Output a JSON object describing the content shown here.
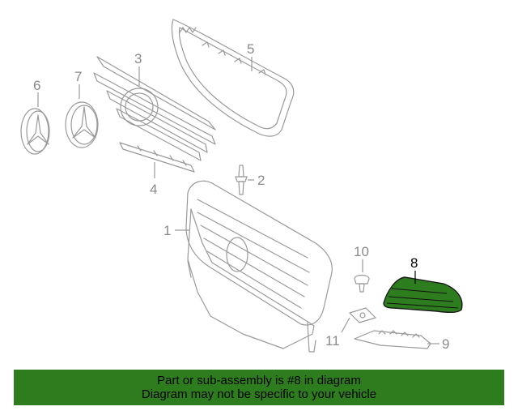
{
  "callouts": {
    "c1": "1",
    "c2": "2",
    "c3": "3",
    "c4": "4",
    "c5": "5",
    "c6": "6",
    "c7": "7",
    "c8": "8",
    "c9": "9",
    "c10": "10",
    "c11": "11"
  },
  "highlight": {
    "part": "8",
    "color": "#2d7d1e"
  },
  "footer": {
    "line1": "Part or sub-assembly is #8 in diagram",
    "line2": "Diagram may not be specific to your vehicle",
    "background": "#2d7d1e"
  }
}
